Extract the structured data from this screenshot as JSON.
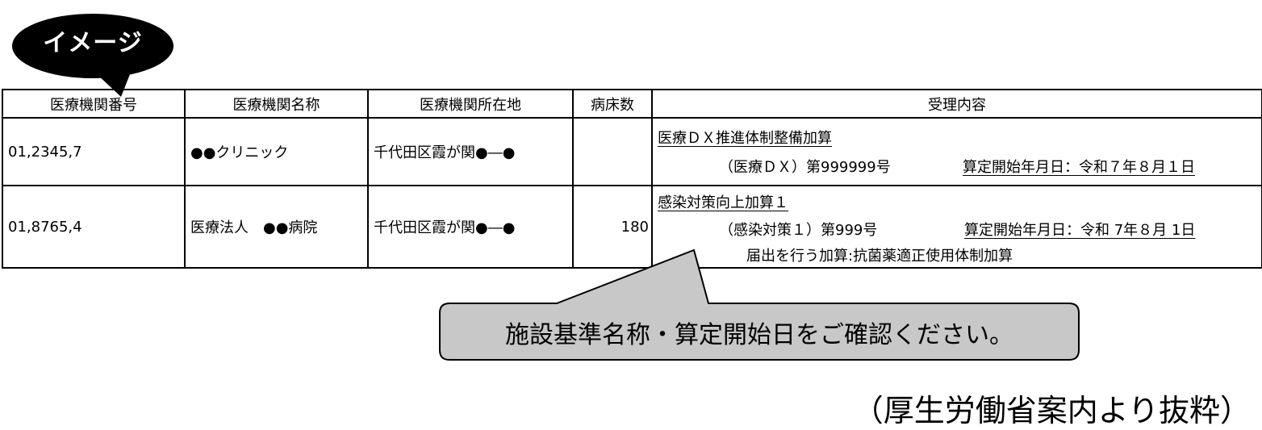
{
  "badge": {
    "label": "イメージ"
  },
  "table": {
    "headers": [
      "医療機関番号",
      "医療機関名称",
      "医療機関所在地",
      "病床数",
      "受理内容"
    ],
    "rows": [
      {
        "number": "01,2345,7",
        "name": "●●クリニック",
        "address": "千代田区霞が関●―●",
        "beds": "",
        "content": {
          "title": "医療ＤＸ推進体制整備加算",
          "code": "（医療ＤＸ）第999999号",
          "start": "算定開始年月日：令和７年８月１日",
          "note": ""
        }
      },
      {
        "number": "01,8765,4",
        "name": "医療法人　●●病院",
        "address": "千代田区霞が関●―●",
        "beds": "180",
        "content": {
          "title": "感染対策向上加算１",
          "code": "（感染対策１）第999号",
          "start": "算定開始年月日：令和 7年８月 1日",
          "note": "届出を行う加算:抗菌薬適正使用体制加算"
        }
      }
    ]
  },
  "callout": {
    "text": "施設基準名称・算定開始日をご確認ください。"
  },
  "source": {
    "text": "（厚生労働省案内より抜粋）"
  },
  "colors": {
    "callout_fill": "#c8c8c8",
    "badge_fill": "#000000"
  }
}
